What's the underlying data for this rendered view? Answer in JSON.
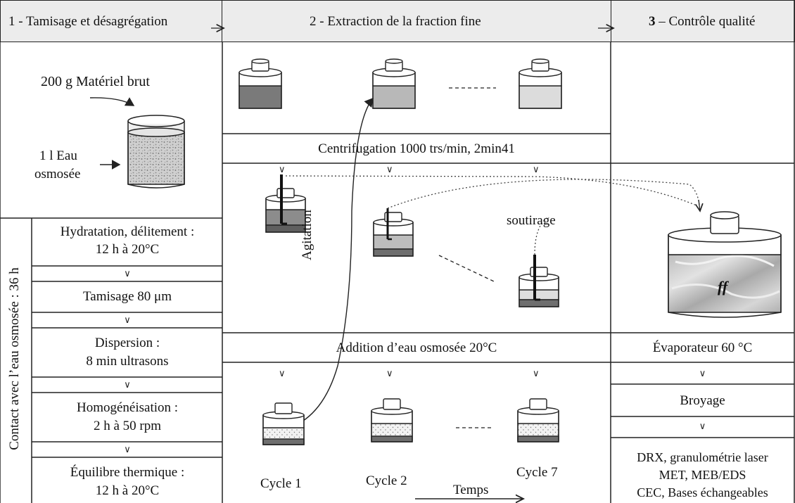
{
  "headers": {
    "step1": "1 - Tamisage et désagrégation",
    "step2": "2 - Extraction de la fraction fine",
    "step3_num": "3",
    "step3_text": " – Contrôle qualité"
  },
  "step1": {
    "material": "200 g Matériel brut",
    "water_line1": "1 l Eau",
    "water_line2": "osmosée",
    "side_label": "Contact avec l’eau osmosée : 36 h",
    "steps": [
      {
        "line1": "Hydratation, délitement :",
        "line2": "12 h à 20°C"
      },
      {
        "line1": "Tamisage 80 μm",
        "line2": ""
      },
      {
        "line1": "Dispersion :",
        "line2": "8 min ultrasons"
      },
      {
        "line1": "Homogénéisation :",
        "line2": "2 h à 50 rpm"
      },
      {
        "line1": "Équilibre thermique :",
        "line2": "12 h à 20°C"
      }
    ],
    "arrow_glyph": "∨"
  },
  "step2": {
    "centrifugation": "Centrifugation 1000 trs/min, 2min41",
    "addition": "Addition d’eau osmosée 20°C",
    "agitation": "Agitation",
    "soutirage": "soutirage",
    "cycles": [
      "Cycle 1",
      "Cycle 2",
      "Cycle 7"
    ],
    "time_label": "Temps"
  },
  "step3": {
    "ff_label": "ff",
    "evaporateur": "Évaporateur 60 °C",
    "broyage": "Broyage",
    "analyses": [
      "DRX, granulométrie laser",
      "MET, MEB/EDS",
      "CEC, Bases échangeables"
    ]
  },
  "colors": {
    "header_bg": "#ececec",
    "line": "#222222",
    "liquid_dark": "#7a7a7a",
    "liquid_mid": "#b8b8b8",
    "liquid_light": "#dcdcdc",
    "sediment": "#6e6e6e"
  }
}
